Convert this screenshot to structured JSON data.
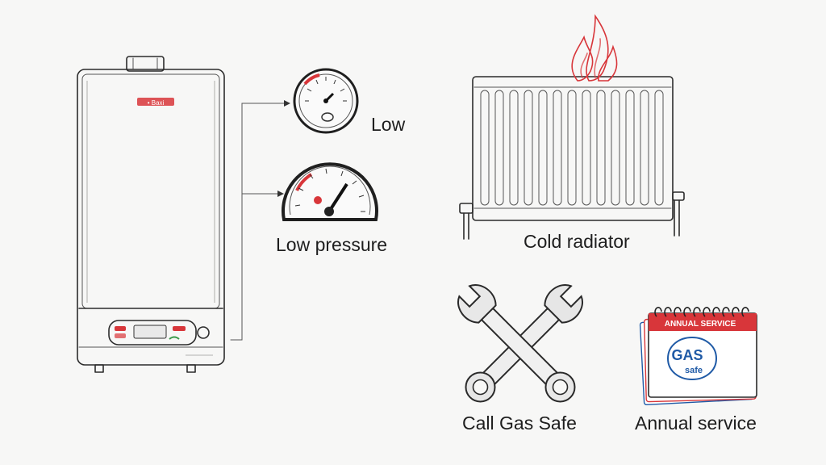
{
  "boiler": {
    "brand_mark": "• Baxi"
  },
  "gauges": {
    "small_label": "Low",
    "large_label": "Low pressure"
  },
  "radiator": {
    "label": "Cold radiator"
  },
  "tools": {
    "label": "Call Gas Safe"
  },
  "calendar": {
    "header": "ANNUAL SERVICE",
    "logo_line1": "GAS",
    "logo_line2": "safe",
    "label": "Annual service"
  },
  "colors": {
    "accent_red": "#d8363a",
    "gas_safe_blue": "#1f5aa6",
    "sketch_ink": "#2c2c2c",
    "background": "#f7f7f6"
  }
}
